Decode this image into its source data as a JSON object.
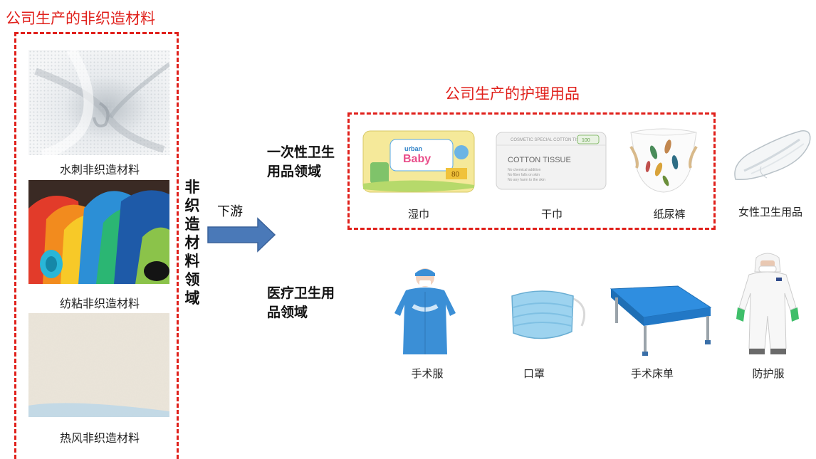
{
  "left_panel": {
    "title": "公司生产的非织造材料",
    "materials": [
      {
        "label": "水刺非织造材料",
        "icon": "spunlace-fabric-photo"
      },
      {
        "label": "纺粘非织造材料",
        "icon": "spunbond-fabric-rolls-photo"
      },
      {
        "label": "热风非织造材料",
        "icon": "thermal-bonded-fabric-photo"
      }
    ]
  },
  "domain_label": "非织造材料领域",
  "arrow_label": "下游",
  "right_panel": {
    "title": "公司生产的护理用品",
    "disposable_label": "一次性卫生用品领域",
    "disposable_items": [
      "湿巾",
      "干巾",
      "纸尿裤"
    ],
    "extra_item": "女性卫生用品",
    "wipes_package": {
      "brand": "urban Baby",
      "badge": "80"
    },
    "tissue_package": {
      "name": "COTTON TISSUE",
      "top_text": "COSMETIC SPECIAL COTTON TISSUE",
      "lines": [
        "No chemical addition",
        "No fiber falls on skin",
        "No any harm to the skin"
      ],
      "badge": "100"
    },
    "medical_label": "医疗卫生用品领域",
    "medical_items": [
      "手术服",
      "口罩",
      "手术床单",
      "防护服"
    ]
  },
  "colors": {
    "accent_red": "#e0201b",
    "arrow_blue": "#4a79b8",
    "medical_blue": "#3b8fd6"
  }
}
